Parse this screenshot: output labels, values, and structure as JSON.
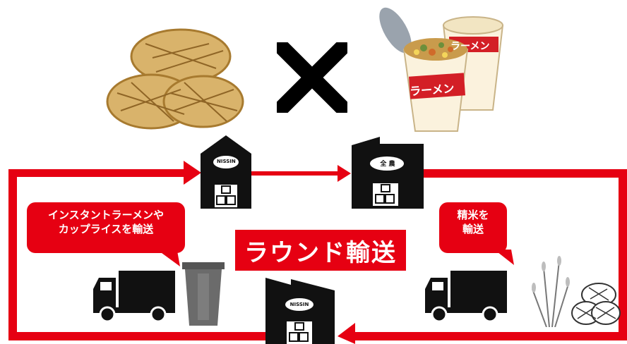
{
  "top": {
    "times_symbol": "×",
    "cup_label": "ラーメン"
  },
  "labels": {
    "nissin_logo": "NISSIN",
    "zennoh_logo": "全 農"
  },
  "bubbles": {
    "left_line1": "インスタントラーメンや",
    "left_line2": "カップライスを輸送",
    "right_line1": "精米を",
    "right_line2": "輸送"
  },
  "center_title": "ラウンド輸送",
  "colors": {
    "accent_red": "#e60012",
    "black": "#111111",
    "straw": "#d9b36b",
    "gray_bin": "#6b6b6b"
  }
}
